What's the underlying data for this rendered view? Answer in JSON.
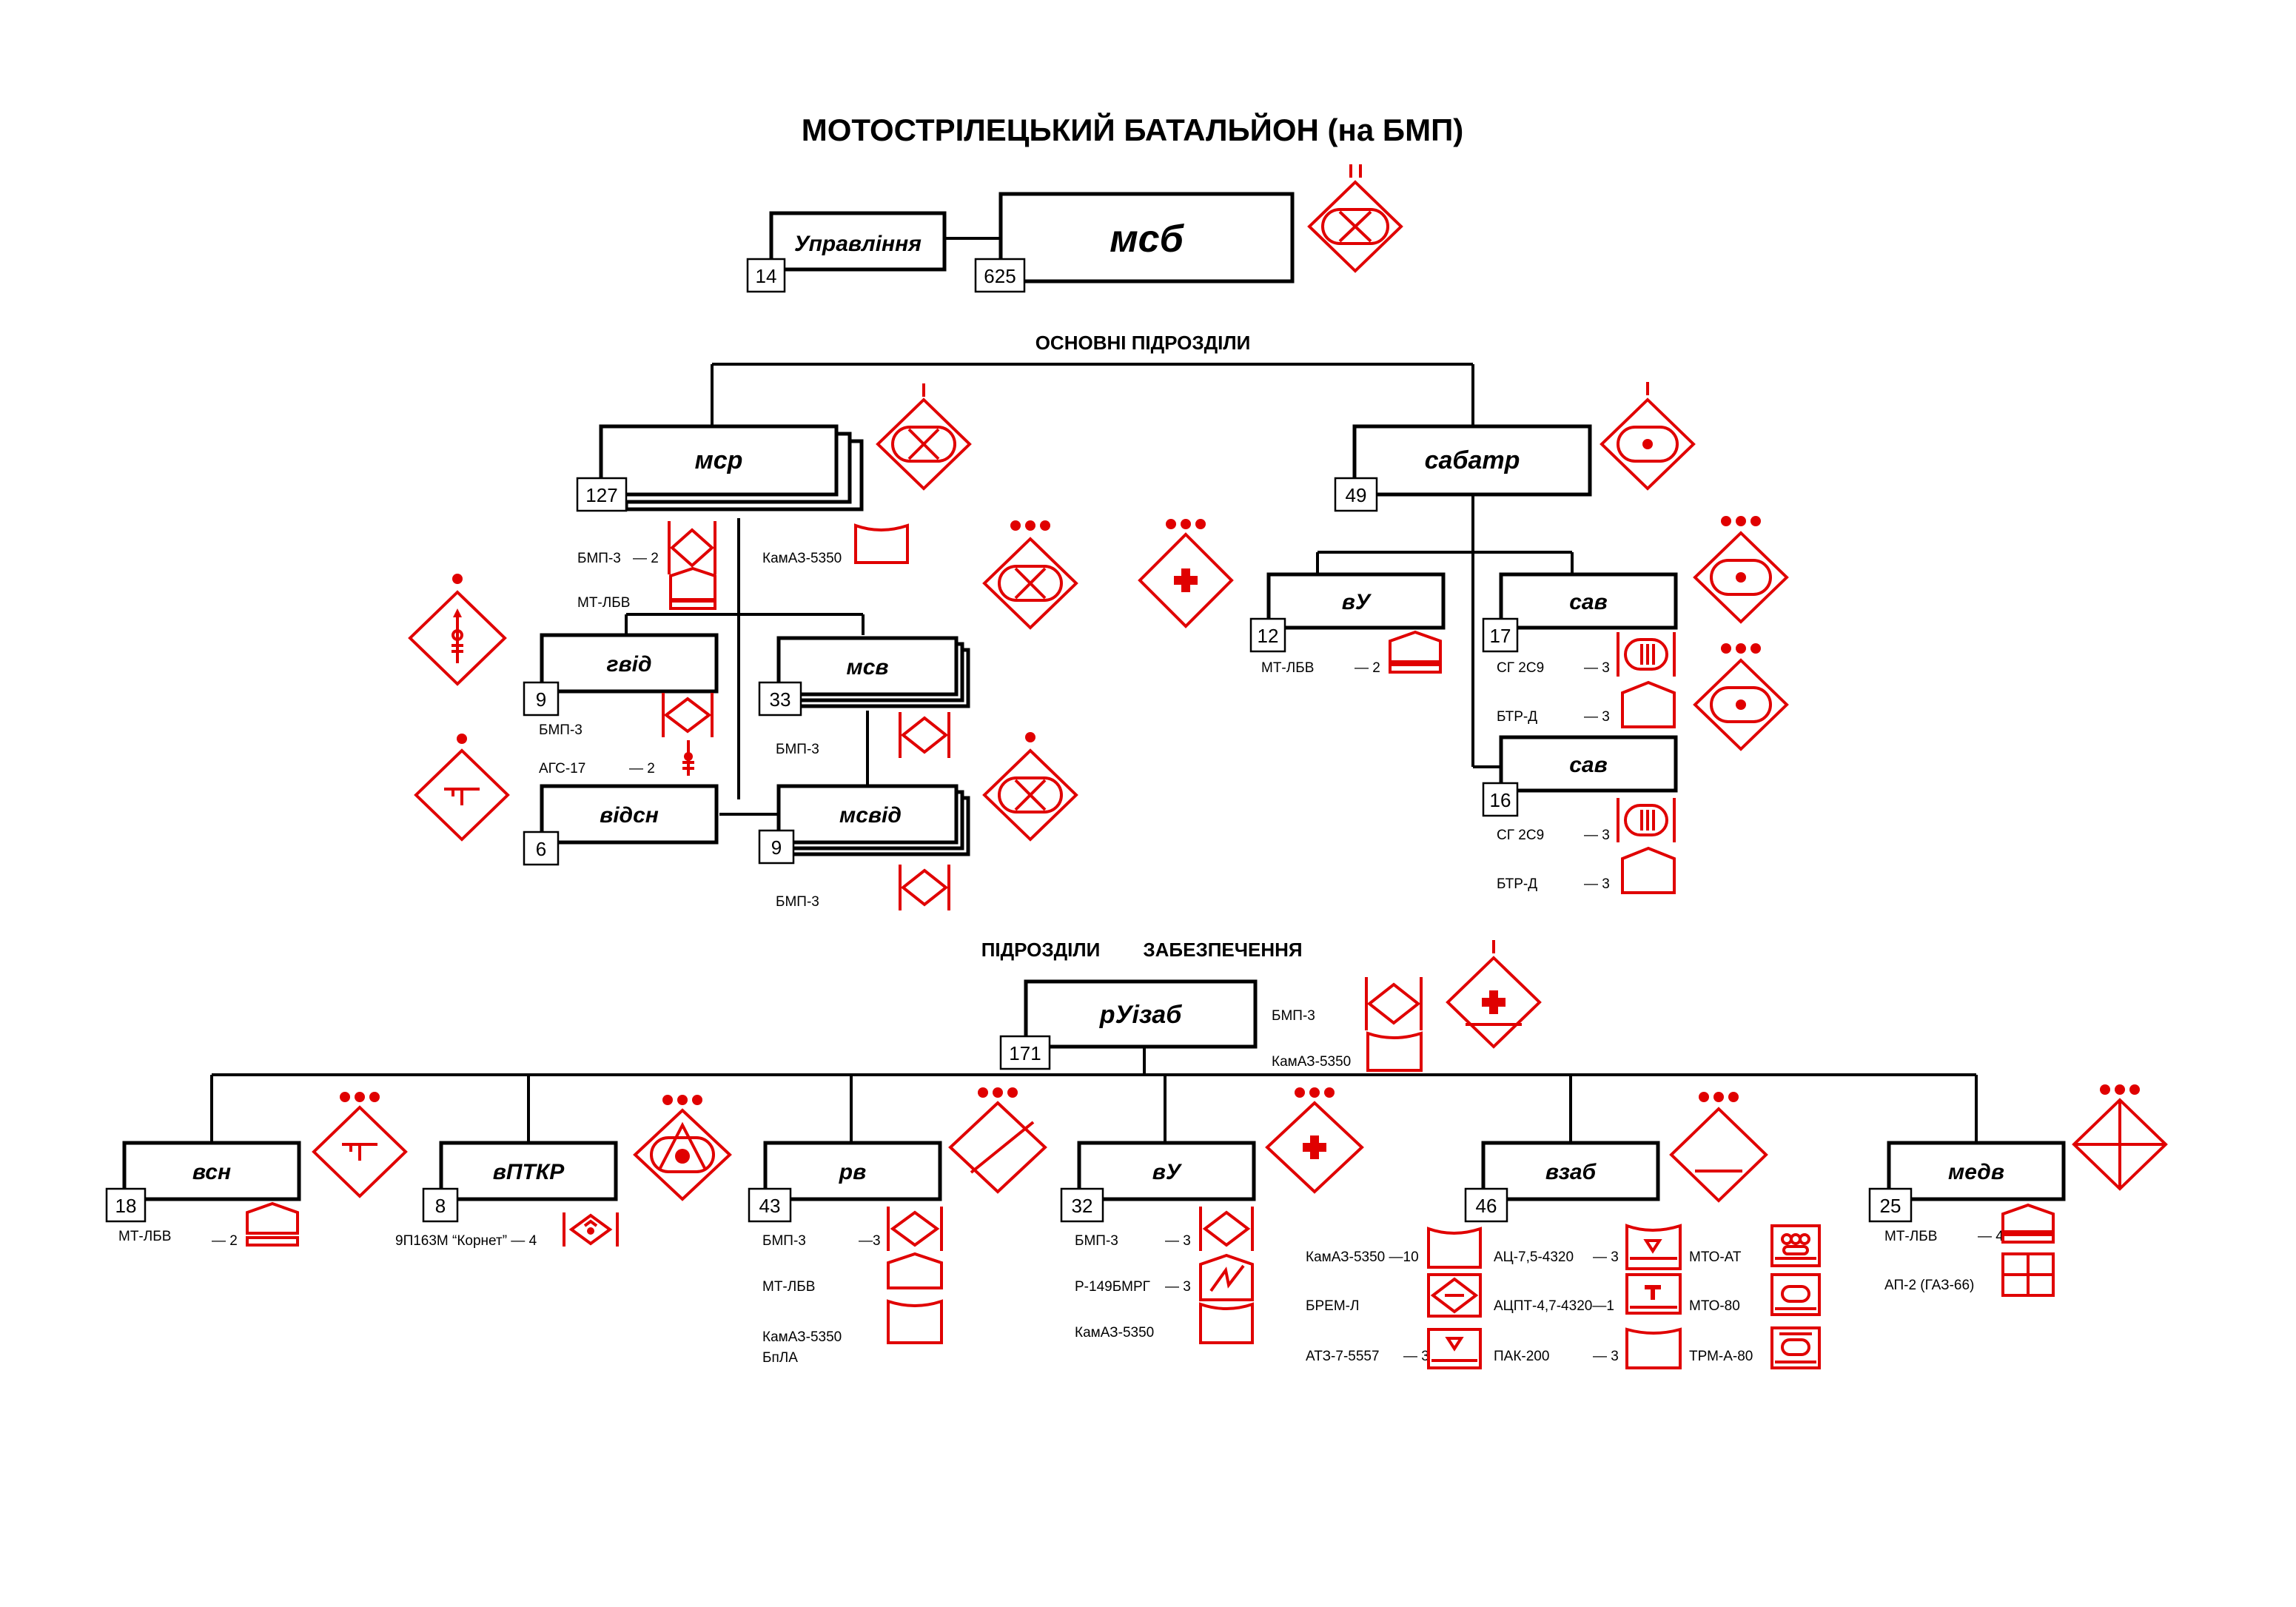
{
  "title": "МОТОСТРІЛЕЦЬКИЙ БАТАЛЬЙОН (на БМП)",
  "sections": {
    "main": "ОСНОВНІ ПІДРОЗДІЛИ",
    "support_left": "ПІДРОЗДІЛИ",
    "support_right": "ЗАБЕЗПЕЧЕННЯ"
  },
  "echelon_marks": {
    "battalion": "II",
    "company": "I",
    "platoon": "●●●",
    "squad": "●"
  },
  "units": {
    "upravlinnia": {
      "label": "Управління",
      "count": "14"
    },
    "msb": {
      "label": "мсб",
      "count": "625"
    },
    "msr": {
      "label": "мср",
      "count": "127"
    },
    "sabatr": {
      "label": "сабатр",
      "count": "49"
    },
    "vu_art": {
      "label": "вУ",
      "count": "12"
    },
    "sav1": {
      "label": "сав",
      "count": "17"
    },
    "sav2": {
      "label": "сав",
      "count": "16"
    },
    "gvid": {
      "label": "гвід",
      "count": "9"
    },
    "msv": {
      "label": "мсв",
      "count": "33"
    },
    "vidsn": {
      "label": "відсн",
      "count": "6"
    },
    "msvid": {
      "label": "мсвід",
      "count": "9"
    },
    "ruizab": {
      "label": "рУізаб",
      "count": "171"
    },
    "vsn": {
      "label": "всн",
      "count": "18"
    },
    "vptkr": {
      "label": "вПТКР",
      "count": "8"
    },
    "rv": {
      "label": "рв",
      "count": "43"
    },
    "vu_sup": {
      "label": "вУ",
      "count": "32"
    },
    "vzab": {
      "label": "взаб",
      "count": "46"
    },
    "medv": {
      "label": "медв",
      "count": "25"
    }
  },
  "equipment": {
    "msr_bmp": "БМП-3",
    "msr_bmp_qty": "— 2",
    "msr_mtlbv": "МТ-ЛБВ",
    "msr_kamaz": "КамАЗ-5350",
    "gvid_bmp": "БМП-3",
    "gvid_ags": "АГС-17",
    "gvid_ags_qty": "— 2",
    "msv_bmp": "БМП-3",
    "msvid_bmp": "БМП-3",
    "vu_art_mtlbv": "МТ-ЛБВ",
    "vu_art_qty": "— 2",
    "sav1_sg": "СГ  2С9",
    "sav1_sg_qty": "— 3",
    "sav1_btr": "БТР-Д",
    "sav1_btr_qty": "— 3",
    "sav2_sg": "СГ  2С9",
    "sav2_sg_qty": "— 3",
    "sav2_btr": "БТР-Д",
    "sav2_btr_qty": "— 3",
    "ruizab_bmp": "БМП-3",
    "ruizab_kamaz": "КамАЗ-5350",
    "vsn_mtlbv": "МТ-ЛБВ",
    "vsn_qty": "— 2",
    "vptkr_kornet": "9П163М  “Корнет” — 4",
    "rv_bmp": "БМП-3",
    "rv_bmp_qty": "—3",
    "rv_mtlbv": "МТ-ЛБВ",
    "rv_kamaz": "КамАЗ-5350",
    "rv_bpla": "БпЛА",
    "vu_sup_bmp": "БМП-3",
    "vu_sup_bmp_qty": "— 3",
    "vu_sup_r149": "Р-149БМРГ",
    "vu_sup_r149_qty": "— 3",
    "vu_sup_kamaz": "КамАЗ-5350",
    "vzab_kamaz": "КамАЗ-5350 —10",
    "vzab_brem": "БРЕМ-Л",
    "vzab_atz": "АТЗ-7-5557",
    "vzab_atz_qty": "— 3",
    "vzab_ac": "АЦ-7,5-4320",
    "vzab_ac_qty": "— 3",
    "vzab_acpt": "АЦПТ-4,7-4320—1",
    "vzab_pak": "ПАК-200",
    "vzab_pak_qty": "— 3",
    "vzab_mtoat": "МТО-АТ",
    "vzab_mto80": "МТО-80",
    "vzab_trm": "ТРМ-А-80",
    "medv_mtlbv": "МТ-ЛБВ",
    "medv_qty": "— 4",
    "medv_ap2": "АП-2 (ГАЗ-66)"
  },
  "colors": {
    "symbol": "#e00000",
    "line": "#000000",
    "background": "#ffffff"
  }
}
